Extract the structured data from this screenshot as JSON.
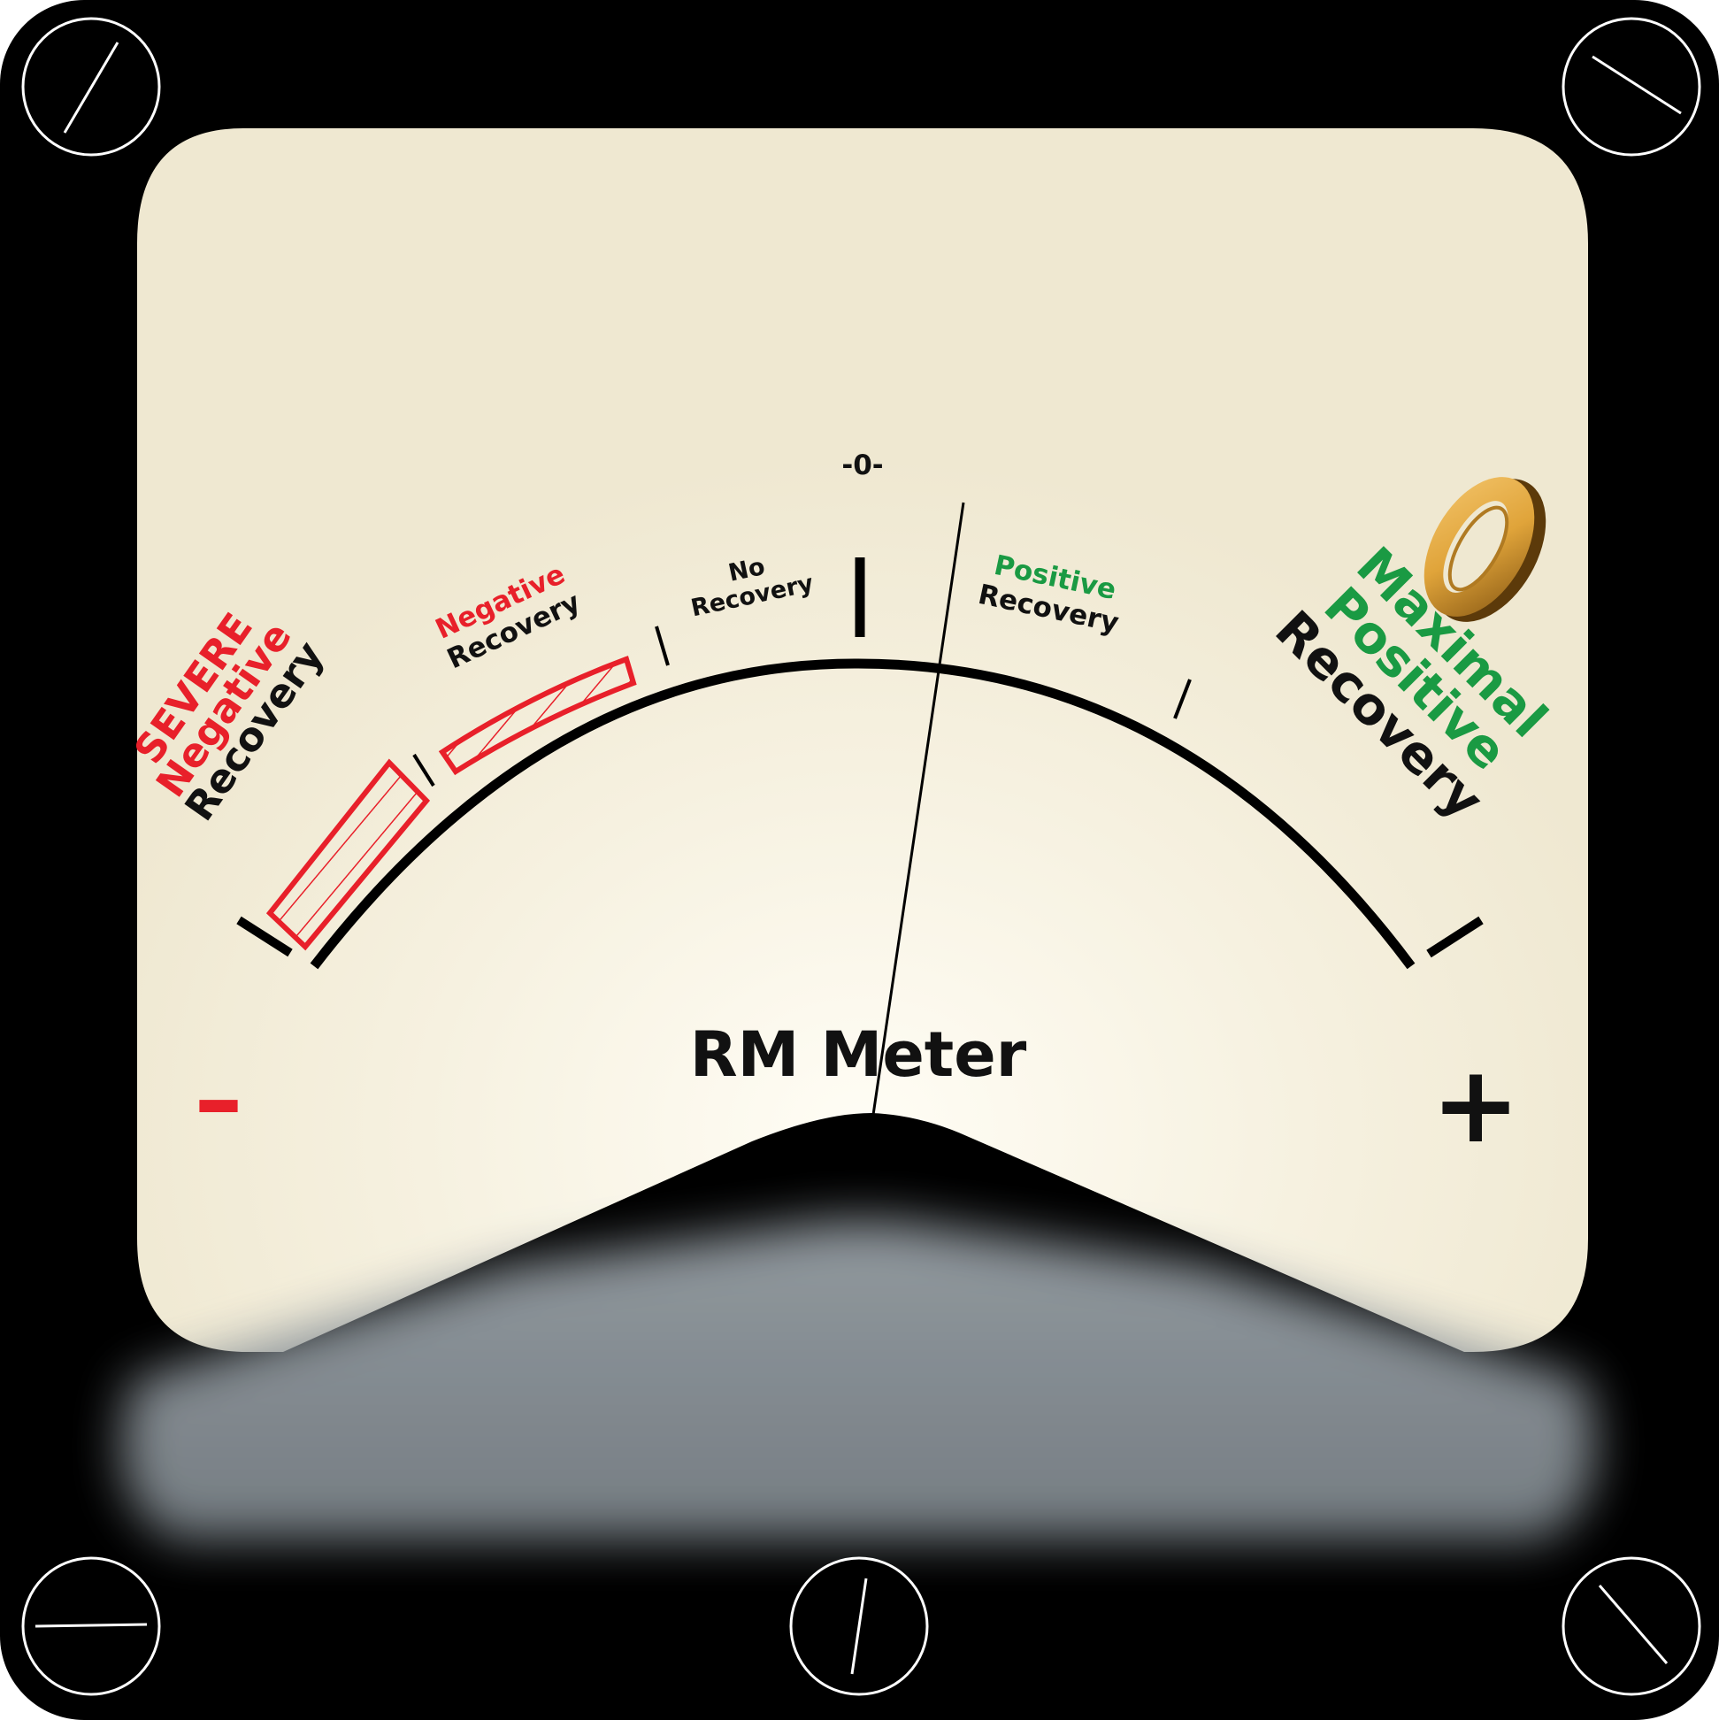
{
  "meter": {
    "zero_label": "-0-",
    "title": "RM Meter",
    "minus_sign": "–",
    "plus_sign": "+"
  },
  "zones": {
    "severe_negative": {
      "line1": "SEVERE",
      "line2": "Negative",
      "line3": "Recovery"
    },
    "negative": {
      "line1": "Negative",
      "line2": "Recovery"
    },
    "no_recovery": {
      "line1": "No",
      "line2": "Recovery"
    },
    "positive": {
      "line1": "Positive",
      "line2": "Recovery"
    },
    "maximal_positive": {
      "line1": "Maximal",
      "line2": "Positive",
      "line3": "Recovery"
    }
  },
  "colors": {
    "housing": "#000000",
    "dial_face": "#efe8d1",
    "negative": "#e8202a",
    "positive": "#1a9a43",
    "text": "#111111",
    "knob": "#e0a43a"
  },
  "icons": {
    "screws": [
      "screw-icon",
      "screw-icon",
      "screw-icon",
      "screw-icon",
      "screw-icon"
    ],
    "zero_adjust": "ring-knob-icon"
  }
}
